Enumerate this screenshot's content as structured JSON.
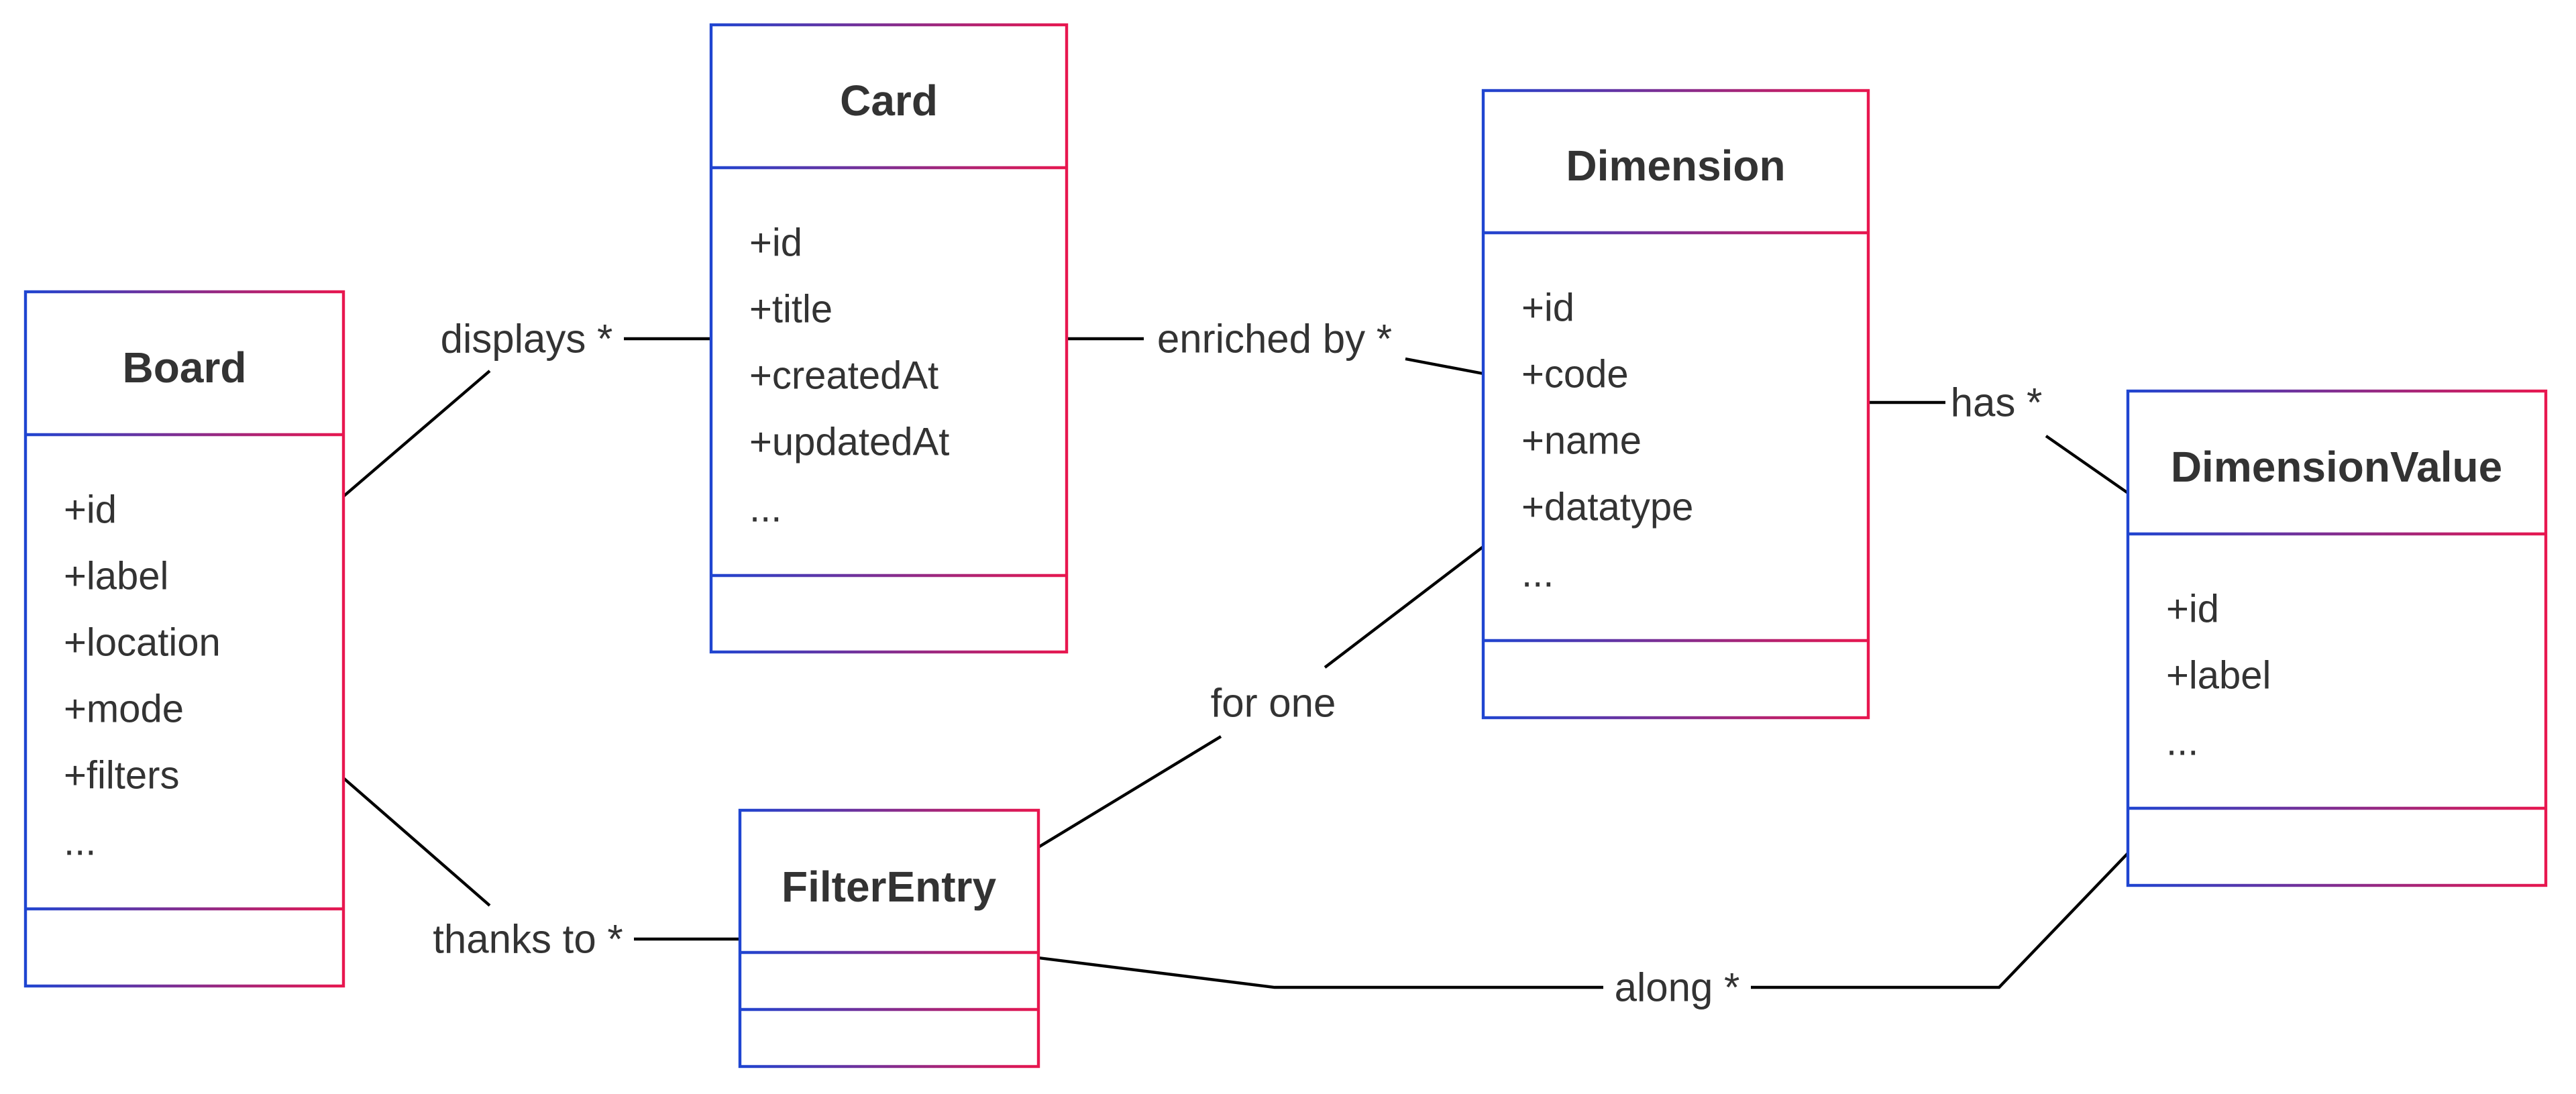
{
  "diagram": {
    "colors": {
      "gradient_start": "#1f45d1",
      "gradient_end": "#e8174f",
      "line": "#000000",
      "text": "#333333"
    },
    "classes": {
      "board": {
        "name": "Board",
        "attributes": [
          "+id",
          "+label",
          "+location",
          "+mode",
          "+filters",
          "..."
        ]
      },
      "card": {
        "name": "Card",
        "attributes": [
          "+id",
          "+title",
          "+createdAt",
          "+updatedAt",
          "..."
        ]
      },
      "dimension": {
        "name": "Dimension",
        "attributes": [
          "+id",
          "+code",
          "+name",
          "+datatype",
          "..."
        ]
      },
      "dimension_value": {
        "name": "DimensionValue",
        "attributes": [
          "+id",
          "+label",
          "..."
        ]
      },
      "filter_entry": {
        "name": "FilterEntry",
        "attributes": []
      }
    },
    "relations": {
      "board_card": "displays *",
      "card_dimension": "enriched by *",
      "dimension_value": "has *",
      "board_filter": "thanks to *",
      "filter_dimension": "for one",
      "filter_value": "along *"
    }
  }
}
